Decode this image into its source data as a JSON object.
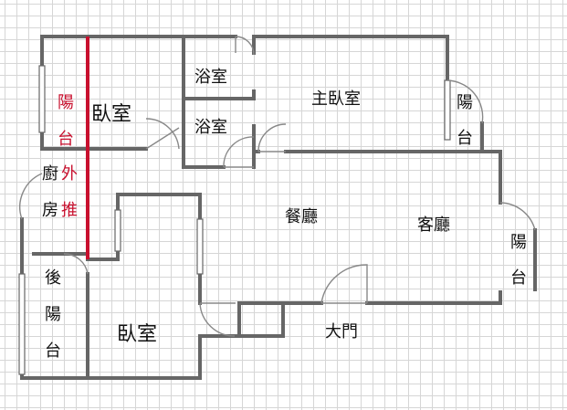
{
  "colors": {
    "wall": "#666666",
    "door": "#888888",
    "highlight": "#c8102e",
    "text": "#111111",
    "accent_text": "#c8102e",
    "grid": "#d6d6d6"
  },
  "rooms": {
    "bedroom_top": "臥室",
    "bath_1": "浴室",
    "bath_2": "浴室",
    "master_bedroom": "主臥室",
    "dining": "餐廳",
    "living": "客廳",
    "bedroom_bottom": "臥室",
    "main_door": "大門"
  },
  "kitchen": {
    "char1": "廚",
    "char2": "房"
  },
  "balcony_left": {
    "char1": "陽",
    "char2": "台"
  },
  "push_out_note": {
    "char1": "外",
    "char2": "推"
  },
  "balcony_master": {
    "char1": "陽",
    "char2": "台"
  },
  "balcony_living": {
    "char1": "陽",
    "char2": "台"
  },
  "balcony_rear": {
    "char1": "後",
    "char2": "陽",
    "char3": "台"
  }
}
